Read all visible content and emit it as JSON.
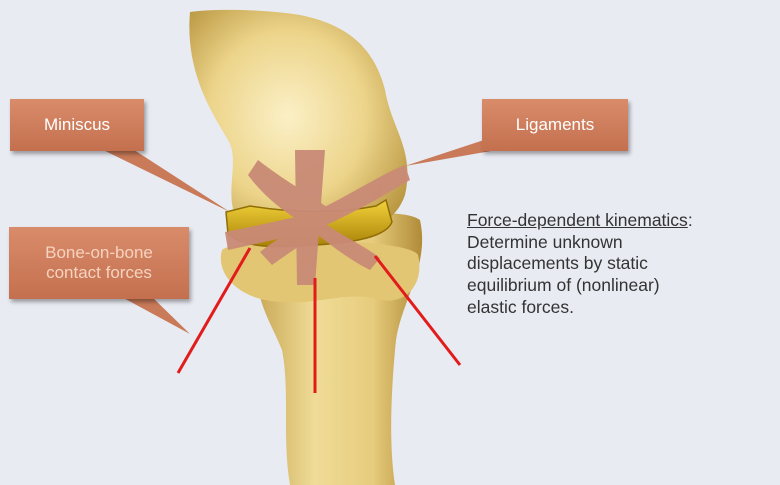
{
  "labels": {
    "miniscus": "Miniscus",
    "ligaments": "Ligaments",
    "contact_line1": "Bone-on-bone",
    "contact_line2": "contact forces"
  },
  "description": {
    "heading": "Force-dependent kinematics",
    "heading_suffix": ":",
    "line1": "Determine unknown",
    "line2": "displacements by static",
    "line3": "equilibrium of (nonlinear)",
    "line4": "elastic forces."
  },
  "colors": {
    "background": "#e9ebf3",
    "bone": "#e8cf7e",
    "meniscus": "#d9b010",
    "callout": "#c97a58",
    "ligament_cross": "#c98a76",
    "force_lines": "#e21b1b"
  }
}
